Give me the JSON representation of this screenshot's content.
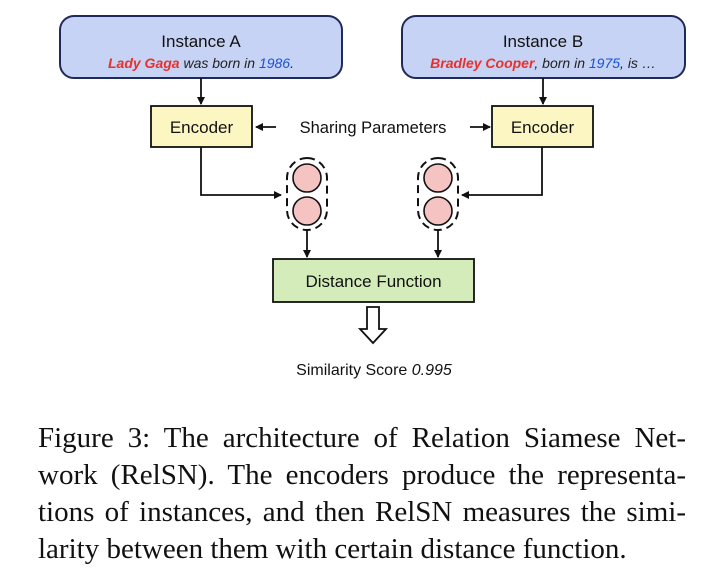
{
  "instance_a": {
    "title": "Instance A",
    "entity": "Lady Gaga",
    "middle": " was born in ",
    "value": "1986",
    "end": "."
  },
  "instance_b": {
    "title": "Instance B",
    "entity": "Bradley Cooper",
    "middle": ", born in ",
    "value": "1975",
    "end": ", is …"
  },
  "encoder_left_label": "Encoder",
  "encoder_right_label": "Encoder",
  "sharing_label": "Sharing Parameters",
  "distance_label": "Distance Function",
  "similarity_label": "Similarity Score",
  "similarity_value": "0.995",
  "caption_lines": [
    "Figure 3:  The architecture of Relation Siamese Net-",
    "work (RelSN). The encoders produce the representa-",
    "tions of instances, and then RelSN measures the simi-",
    "larity between them with certain distance function."
  ],
  "colors": {
    "instance_fill": "#c6d3f5",
    "instance_stroke": "#1f2a5a",
    "encoder_fill": "#fbf6c2",
    "distance_fill": "#d3ecb9",
    "node_fill": "#f6c3c3",
    "entity_color": "#e8312c",
    "value_color": "#1a52d6"
  }
}
